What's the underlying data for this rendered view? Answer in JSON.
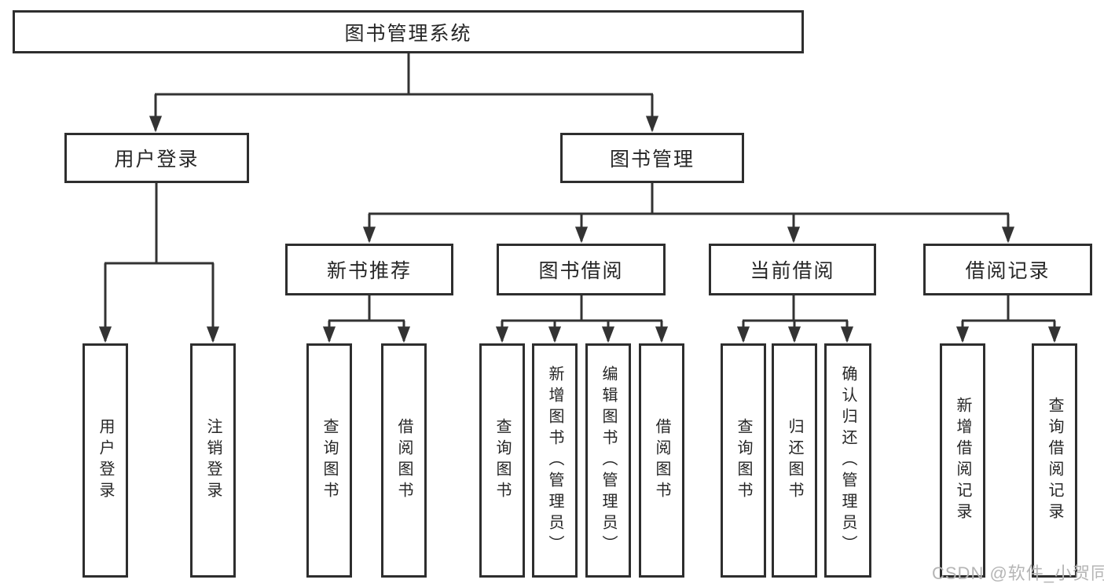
{
  "nodes": {
    "root": {
      "label": "图书管理系统"
    },
    "level1": [
      {
        "key": "user-login",
        "label": "用户登录"
      },
      {
        "key": "book-management",
        "label": "图书管理"
      }
    ],
    "level2": [
      {
        "key": "new-book-recommend",
        "label": "新书推荐"
      },
      {
        "key": "book-borrow",
        "label": "图书借阅"
      },
      {
        "key": "current-borrow",
        "label": "当前借阅"
      },
      {
        "key": "borrow-records",
        "label": "借阅记录"
      }
    ],
    "leaves": {
      "user_login": [
        {
          "label": "用户登录"
        },
        {
          "label": "注销登录"
        }
      ],
      "new_book_recommend": [
        {
          "label": "查询图书"
        },
        {
          "label": "借阅图书"
        }
      ],
      "book_borrow": [
        {
          "label": "查询图书"
        },
        {
          "label": "新增图书（管理员）"
        },
        {
          "label": "编辑图书（管理员）"
        },
        {
          "label": "借阅图书"
        }
      ],
      "current_borrow": [
        {
          "label": "查询图书"
        },
        {
          "label": "归还图书"
        },
        {
          "label": "确认归还（管理员）"
        }
      ],
      "borrow_records": [
        {
          "label": "新增借阅记录"
        },
        {
          "label": "查询借阅记录"
        }
      ]
    }
  },
  "watermark": "CSDN @软件_小贺同学",
  "colors": {
    "line": "#333333",
    "box_border": "#2e2e2e",
    "text": "#262626",
    "watermark": "#b5b5b5",
    "background": "#ffffff"
  }
}
